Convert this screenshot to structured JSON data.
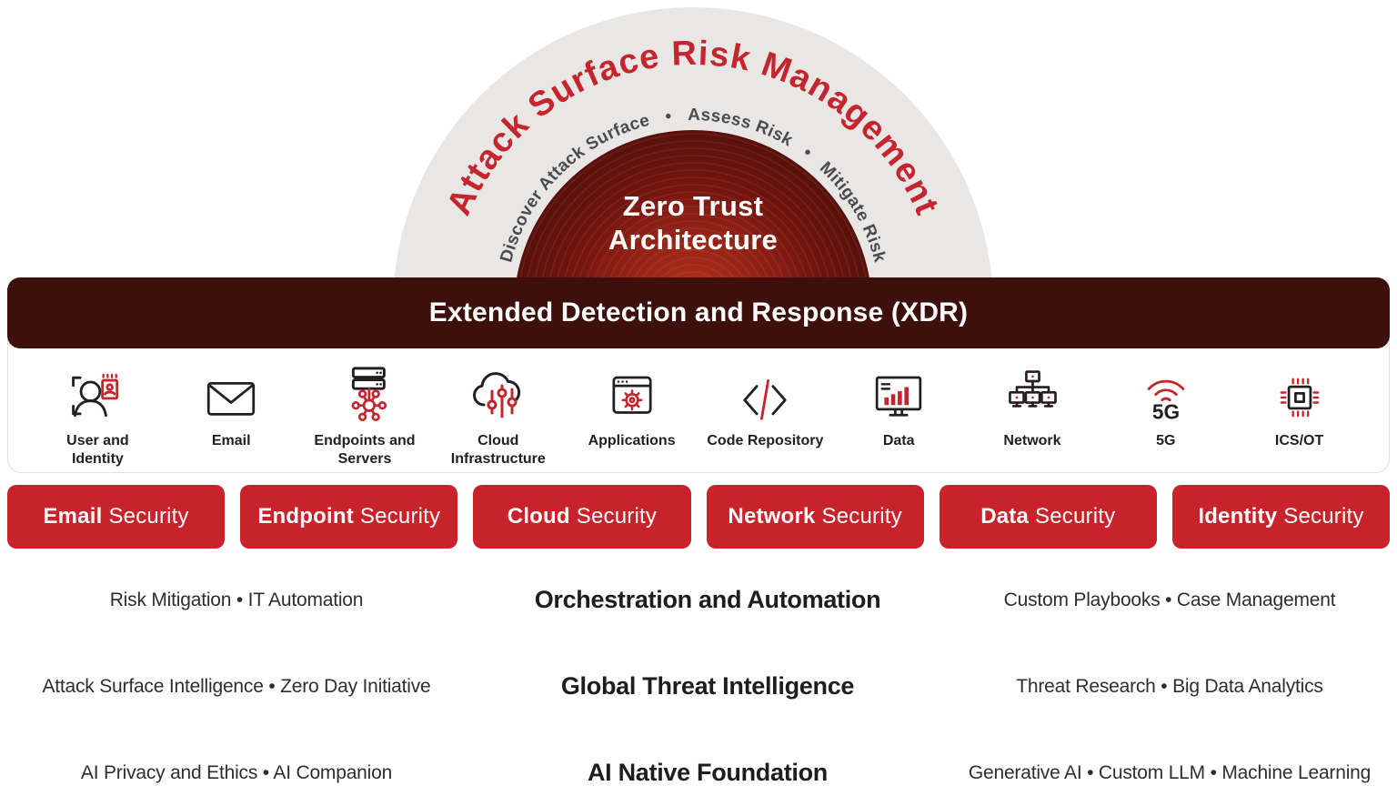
{
  "arch": {
    "title": "Attack Surface Risk Management",
    "subtitle": "Discover Attack Surface   •   Assess Risk   •   Mitigate Risk",
    "dome_line1": "Zero Trust",
    "dome_line2": "Architecture"
  },
  "xdr_banner": {
    "label": "Extended Detection and Response (XDR)"
  },
  "colors": {
    "brand_red": "#c5262d",
    "button_red": "#c8232a",
    "banner_maroon": "#3d100e",
    "arch_gray": "#e8e7e6",
    "ink": "#231f20"
  },
  "icons_row": [
    {
      "name": "user-identity",
      "label": "User and Identity"
    },
    {
      "name": "email",
      "label": "Email"
    },
    {
      "name": "endpoints-servers",
      "label": "Endpoints and Servers"
    },
    {
      "name": "cloud-infrastructure",
      "label": "Cloud Infrastructure"
    },
    {
      "name": "applications",
      "label": "Applications"
    },
    {
      "name": "code-repository",
      "label": "Code Repository"
    },
    {
      "name": "data",
      "label": "Data"
    },
    {
      "name": "network",
      "label": "Network"
    },
    {
      "name": "5g",
      "label": "5G",
      "icon_text": "5G"
    },
    {
      "name": "ics-ot",
      "label": "ICS/OT"
    }
  ],
  "security_buttons": [
    {
      "bold": "Email",
      "rest": "Security"
    },
    {
      "bold": "Endpoint",
      "rest": "Security"
    },
    {
      "bold": "Cloud",
      "rest": "Security"
    },
    {
      "bold": "Network",
      "rest": "Security"
    },
    {
      "bold": "Data",
      "rest": "Security"
    },
    {
      "bold": "Identity",
      "rest": "Security"
    }
  ],
  "layers": [
    {
      "left": "Risk Mitigation • IT Automation",
      "title": "Orchestration and Automation",
      "right": "Custom Playbooks • Case Management"
    },
    {
      "left": "Attack Surface Intelligence • Zero Day Initiative",
      "title": "Global Threat Intelligence",
      "right": "Threat Research • Big Data Analytics"
    },
    {
      "left": "AI Privacy and Ethics • AI Companion",
      "title": "AI Native Foundation",
      "right": "Generative AI • Custom LLM • Machine Learning"
    }
  ]
}
